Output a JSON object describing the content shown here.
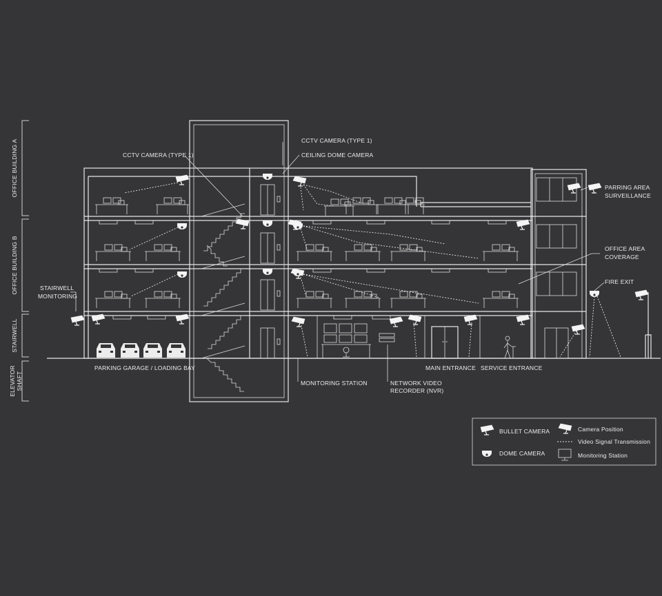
{
  "side_labels": {
    "office_a": "OFFICE BUILDING A",
    "office_b": "OFFICE BUILDING B",
    "stairwell": "STAIRWELL",
    "elevator": "ELEVATOR SHAFT"
  },
  "callouts": {
    "cctv_left": "CCTV CAMERA (TYPE 1)",
    "cctv_right": "CCTV CAMERA (TYPE 1)",
    "ceiling_dome": "CEILING DOME CAMERA",
    "parking_line1": "PARRING AREA",
    "parking_line2": "SURVEILLANCE",
    "office_cov_line1": "OFFICE AREA",
    "office_cov_line2": "COVERAGE",
    "fire_exit": "FIRE EXIT",
    "stair_mon_line1": "STAIRWELL",
    "stair_mon_line2": "MONITORING",
    "parking_garage": "PARKING GARAGE / LOADING BAY",
    "monitoring_station": "MONITORING STATION",
    "nvr_line1": "NETWORK VIDEO",
    "nvr_line2": "RECORDER (NVR)",
    "main_entrance": "MAIN ENTRANCE",
    "service_entrance": "SERVICE ENTRANCE"
  },
  "legend": {
    "bullet": "BULLET CAMERA",
    "dome": "DOME CAMERA",
    "position": "Camera Position",
    "signal": "Video Signal Transmission",
    "station": "Monitoring Station"
  },
  "colors": {
    "background": "#353537",
    "line": "#e8e8e8"
  }
}
